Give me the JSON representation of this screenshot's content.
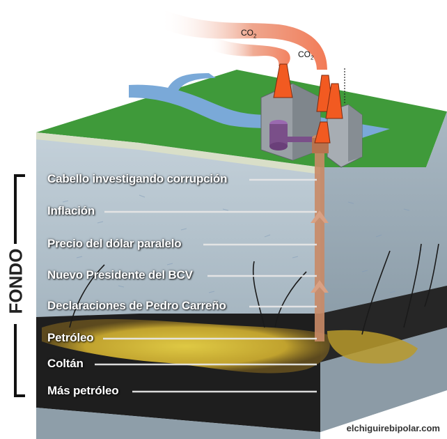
{
  "fondo_label": "FONDO",
  "co2_label_1": "CO",
  "co2_label_2": "CO",
  "co2_subscript": "2",
  "layers": [
    "Cabello investigando corrupción",
    "Inflación",
    "Precio del dólar paralelo",
    "Nuevo Presidente del BCV",
    "Declaraciones de Pedro Carreño",
    "Petróleo",
    "Coltán",
    "Más petróleo"
  ],
  "credit": "elchiguirebipolar.com",
  "colors": {
    "grass": "#3f9a3a",
    "river": "#7aa9d8",
    "soil_top": "#b7c6d2",
    "soil_bottom": "#8ea0ad",
    "dark_layer": "#1e1e1e",
    "oil": "#d8c23a",
    "pipe": "#c98a66",
    "smoke": "#e2653a",
    "chimney": "#f25a21",
    "factory": "#9aa0a6",
    "tank": "#7a4f89"
  }
}
